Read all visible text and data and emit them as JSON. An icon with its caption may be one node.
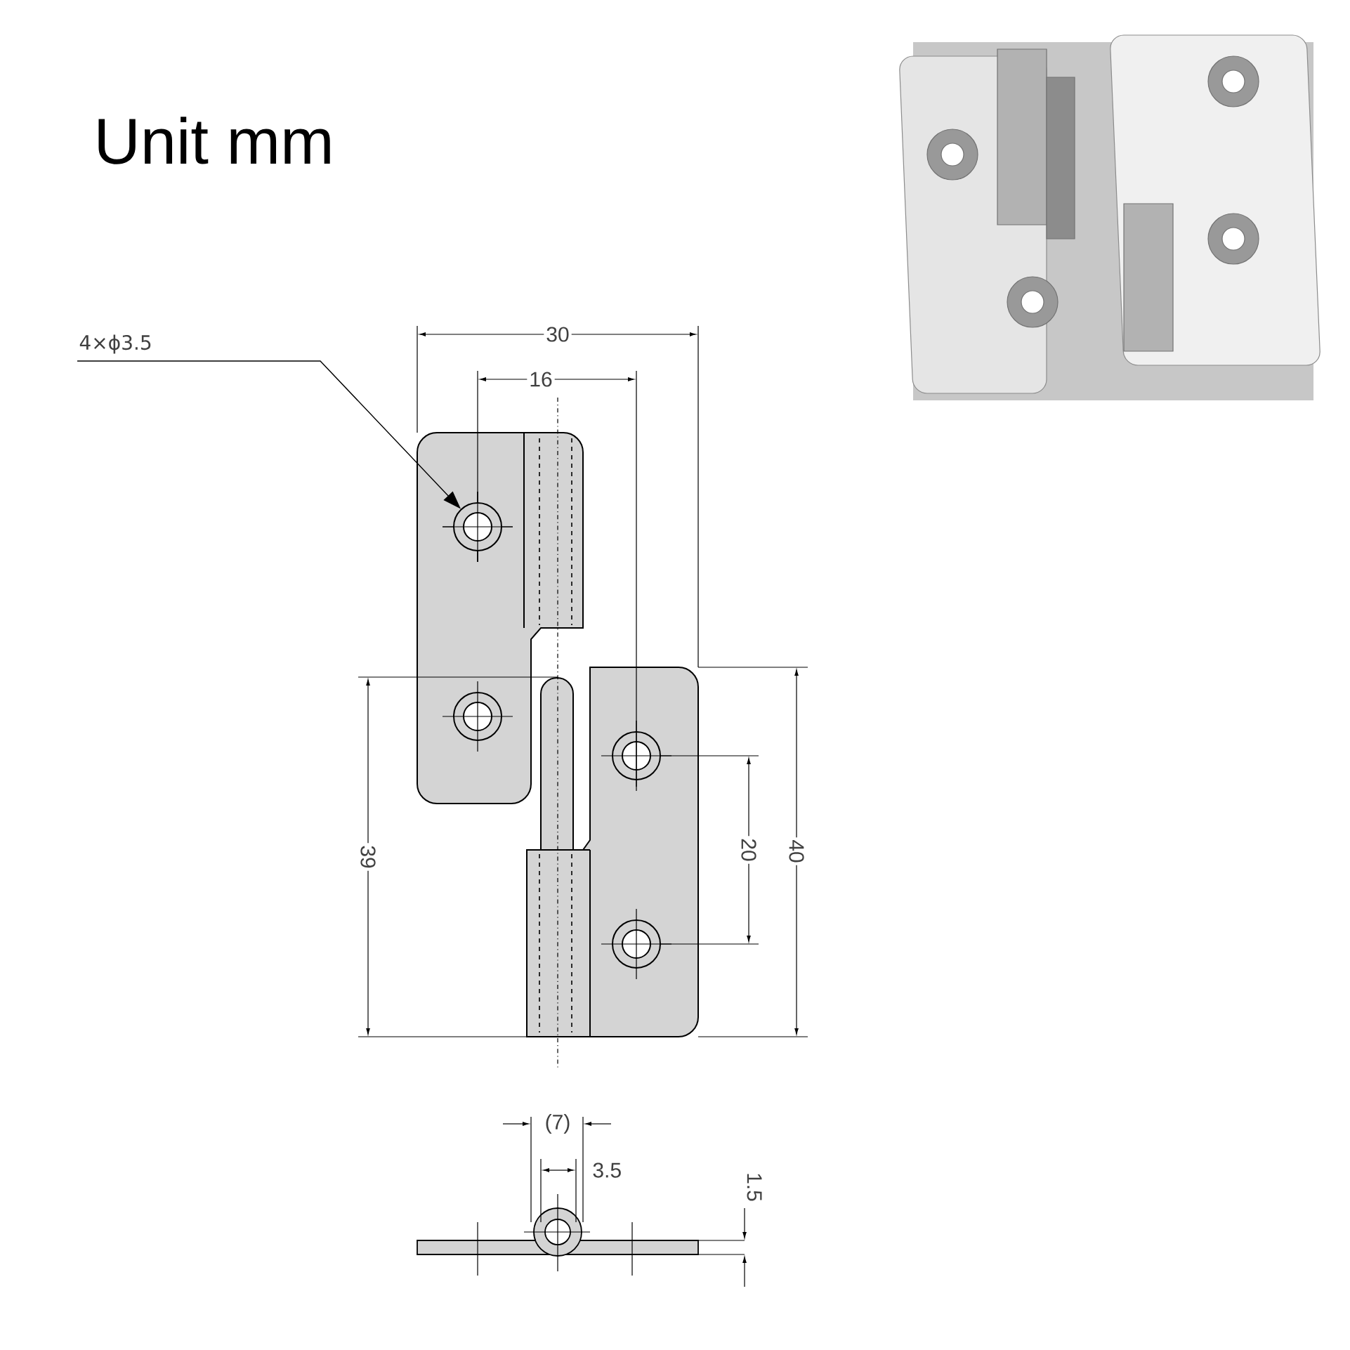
{
  "diagram": {
    "nodes": [
      {
        "text": [
          "4×ϕ3.5"
        ]
      },
      {
        "text": [],
        "shape": "circle"
      }
    ],
    "edges": [
      {
        "from": 0,
        "to": 1,
        "arrow": "to"
      }
    ],
    "labels": [
      "Unit mm",
      "30",
      "16",
      "39",
      "20",
      "40",
      "(7)",
      "3.5",
      "1.5"
    ]
  }
}
